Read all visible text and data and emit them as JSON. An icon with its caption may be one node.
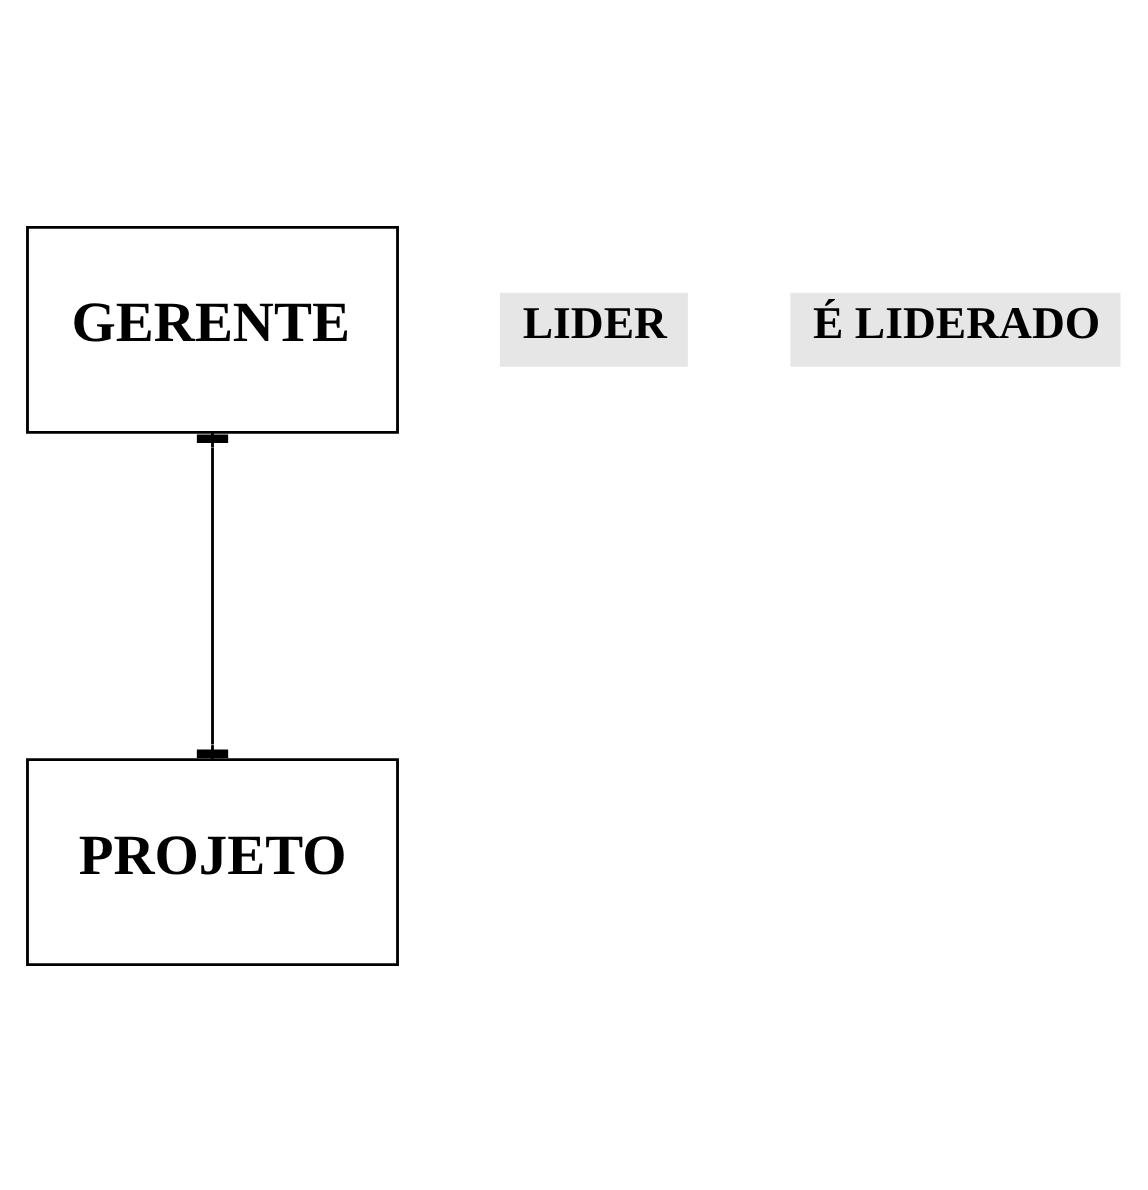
{
  "diagram": {
    "nodes": [
      {
        "text": [
          "GERENTE"
        ]
      },
      {
        "text": [
          "PROJETO"
        ]
      }
    ],
    "edges": [
      {
        "from": 0,
        "to": 1,
        "arrow": "other"
      }
    ],
    "labels": [
      "LIDER",
      "É LIDERADO"
    ]
  }
}
